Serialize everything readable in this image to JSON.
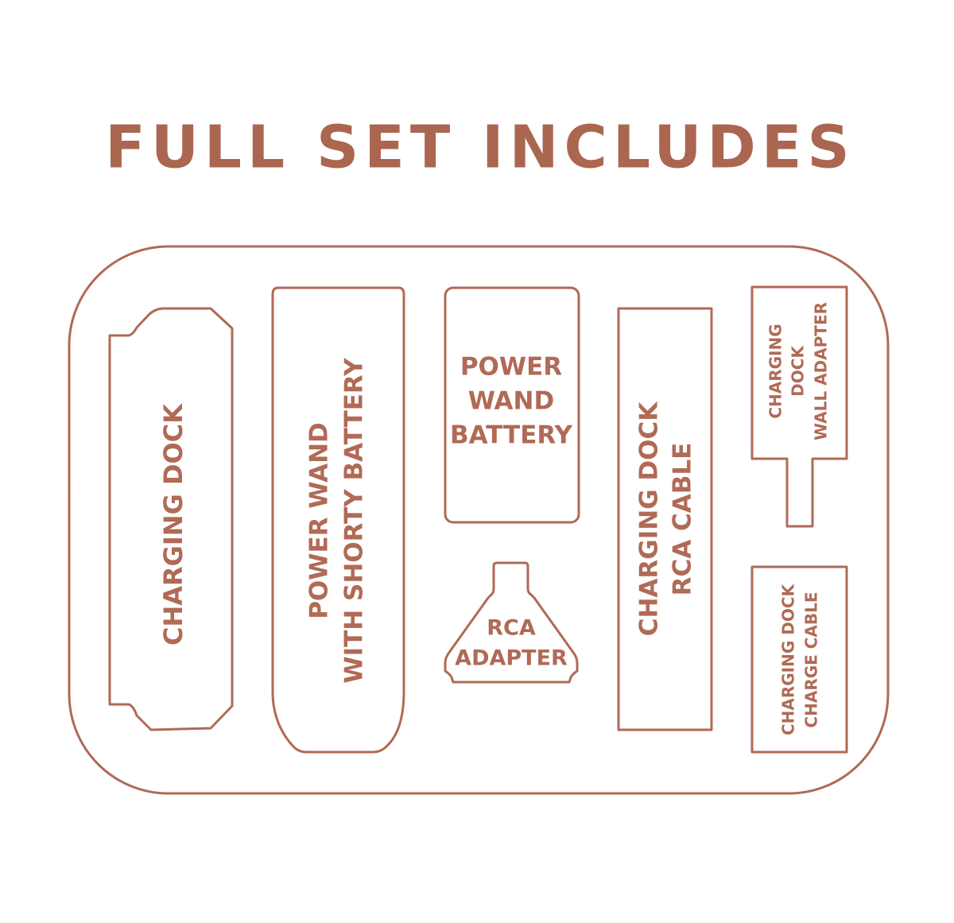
{
  "title": "FULL SET INCLUDES",
  "accent_color": "#b06a55",
  "items": {
    "charging_dock": [
      "CHARGING DOCK"
    ],
    "power_wand": [
      "POWER WAND",
      "WITH SHORTY BATTERY"
    ],
    "power_wand_battery": [
      "POWER",
      "WAND",
      "BATTERY"
    ],
    "rca_adapter": [
      "RCA",
      "ADAPTER"
    ],
    "rca_cable": [
      "CHARGING DOCK",
      "RCA CABLE"
    ],
    "wall_adapter": [
      "CHARGING",
      "DOCK",
      "WALL ADAPTER"
    ],
    "charge_cable": [
      "CHARGING DOCK",
      "CHARGE CABLE"
    ]
  }
}
